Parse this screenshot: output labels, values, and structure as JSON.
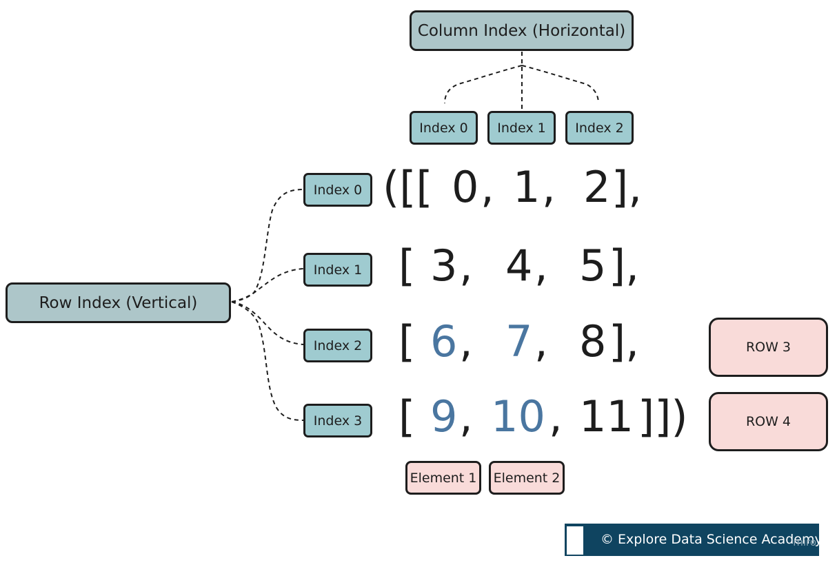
{
  "column_header": "Column Index (Horizontal)",
  "row_header": "Row Index (Vertical)",
  "column_indices": [
    "Index 0",
    "Index 1",
    "Index 2"
  ],
  "row_indices": [
    "Index 0",
    "Index 1",
    "Index 2",
    "Index 3"
  ],
  "array_lines": [
    {
      "prefix": "([[",
      "cells": [
        "0",
        "1",
        "2"
      ],
      "suffix": "],"
    },
    {
      "prefix": "[",
      "cells": [
        "3",
        "4",
        "5"
      ],
      "suffix": "],"
    },
    {
      "prefix": "[",
      "cells": [
        "6",
        "7",
        "8"
      ],
      "suffix": "],"
    },
    {
      "prefix": "[",
      "cells": [
        "9",
        "10",
        "11"
      ],
      "suffix": "]])"
    }
  ],
  "row_labels": [
    "ROW 3",
    "ROW 4"
  ],
  "element_labels": [
    "Element 1",
    "Element 2"
  ],
  "footer": {
    "text": "© Explore Data Science Academy",
    "watermark": "miro"
  },
  "colors": {
    "teal": "#9fcbd0",
    "gray": "#adc6c9",
    "pink": "#f9dbd9",
    "highlight": "#4a76a0",
    "footer_bg": "#0f4460"
  }
}
